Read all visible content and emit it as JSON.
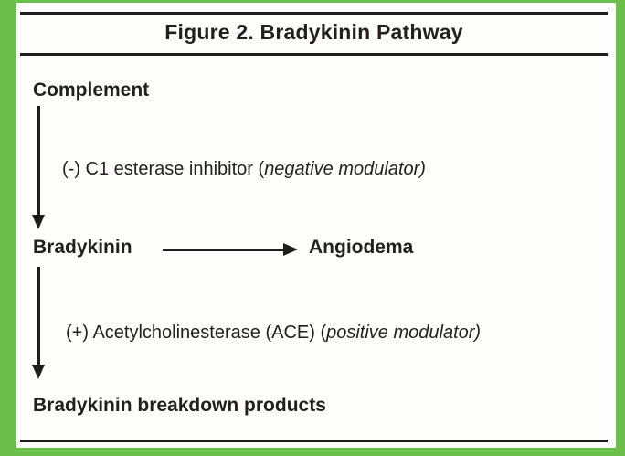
{
  "figure": {
    "title": "Figure 2. Bradykinin Pathway"
  },
  "colors": {
    "frame_green": "#6cbf4a",
    "ink": "#231f20"
  },
  "diagram": {
    "nodes": {
      "complement": "Complement",
      "bradykinin": "Bradykinin",
      "angiodema": "Angiodema",
      "breakdown_products": "Bradykinin breakdown products"
    },
    "edges": [
      {
        "from": "Complement",
        "to": "Bradykinin",
        "direction": "down",
        "label_prefix": "(-) C1 esterase inhibitor (",
        "label_italic": "negative modulator)"
      },
      {
        "from": "Bradykinin",
        "to": "Angiodema",
        "direction": "right",
        "label_prefix": "",
        "label_italic": ""
      },
      {
        "from": "Bradykinin",
        "to": "Bradykinin breakdown products",
        "direction": "down",
        "label_prefix": "(+) Acetylcholinesterase (ACE) (",
        "label_italic": "positive modulator)"
      }
    ]
  }
}
